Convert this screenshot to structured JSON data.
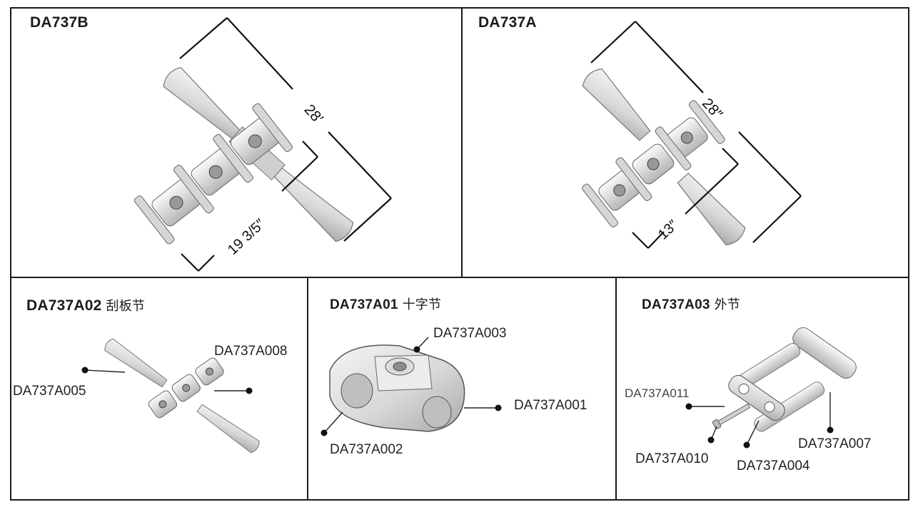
{
  "panels": {
    "da737b": {
      "title": "DA737B",
      "dim_length": "28′",
      "dim_width": "19 3/5″"
    },
    "da737a": {
      "title": "DA737A",
      "dim_length": "28″",
      "dim_width": "13″"
    },
    "da737a02": {
      "title": "DA737A02",
      "title_cn": "刮板节",
      "callouts": [
        "DA737A008",
        "DA737A005"
      ]
    },
    "da737a01": {
      "title": "DA737A01",
      "title_cn": "十字节",
      "callouts": [
        "DA737A003",
        "DA737A001",
        "DA737A002"
      ]
    },
    "da737a03": {
      "title": "DA737A03",
      "title_cn": "外节",
      "callouts": [
        "DA737A011",
        "DA737A010",
        "DA737A004",
        "DA737A007"
      ]
    }
  },
  "colors": {
    "line": "#111111",
    "part_fill": "#e6e6e6",
    "part_shade": "#a8a8a8",
    "part_edge": "#555555"
  }
}
